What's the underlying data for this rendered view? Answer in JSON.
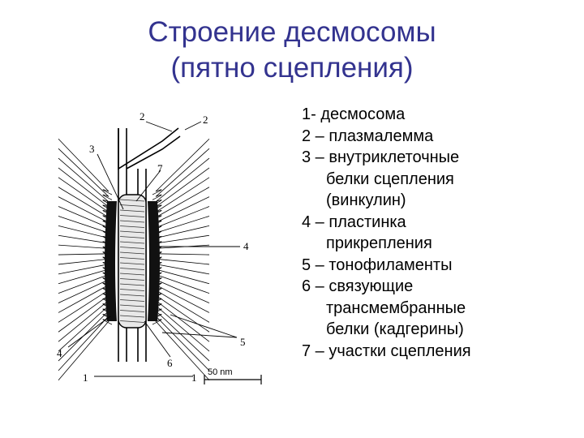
{
  "slide": {
    "title_line1": "Строение десмосомы",
    "title_line2": "(пятно сцепления)"
  },
  "legend": [
    {
      "lines": [
        "1- десмосома"
      ]
    },
    {
      "lines": [
        "2 – плазмалемма"
      ]
    },
    {
      "lines": [
        "3 – внутриклеточные",
        "белки сцепления",
        "(винкулин)"
      ]
    },
    {
      "lines": [
        "4 – пластинка",
        "прикрепления"
      ]
    },
    {
      "lines": [
        "5 – тонофиламенты"
      ]
    },
    {
      "lines": [
        "6 – связующие",
        "трансмембранные",
        "белки (кадгерины)"
      ]
    },
    {
      "lines": [
        "7 – участки сцепления"
      ]
    }
  ],
  "diagram": {
    "labels": {
      "l1a": "1",
      "l1b": "1",
      "l2a": "2",
      "l2b": "2",
      "l3": "3",
      "l4a": "4",
      "l4b": "4",
      "l5": "5",
      "l6": "6",
      "l7": "7"
    },
    "scale_bar": "50 nm"
  }
}
